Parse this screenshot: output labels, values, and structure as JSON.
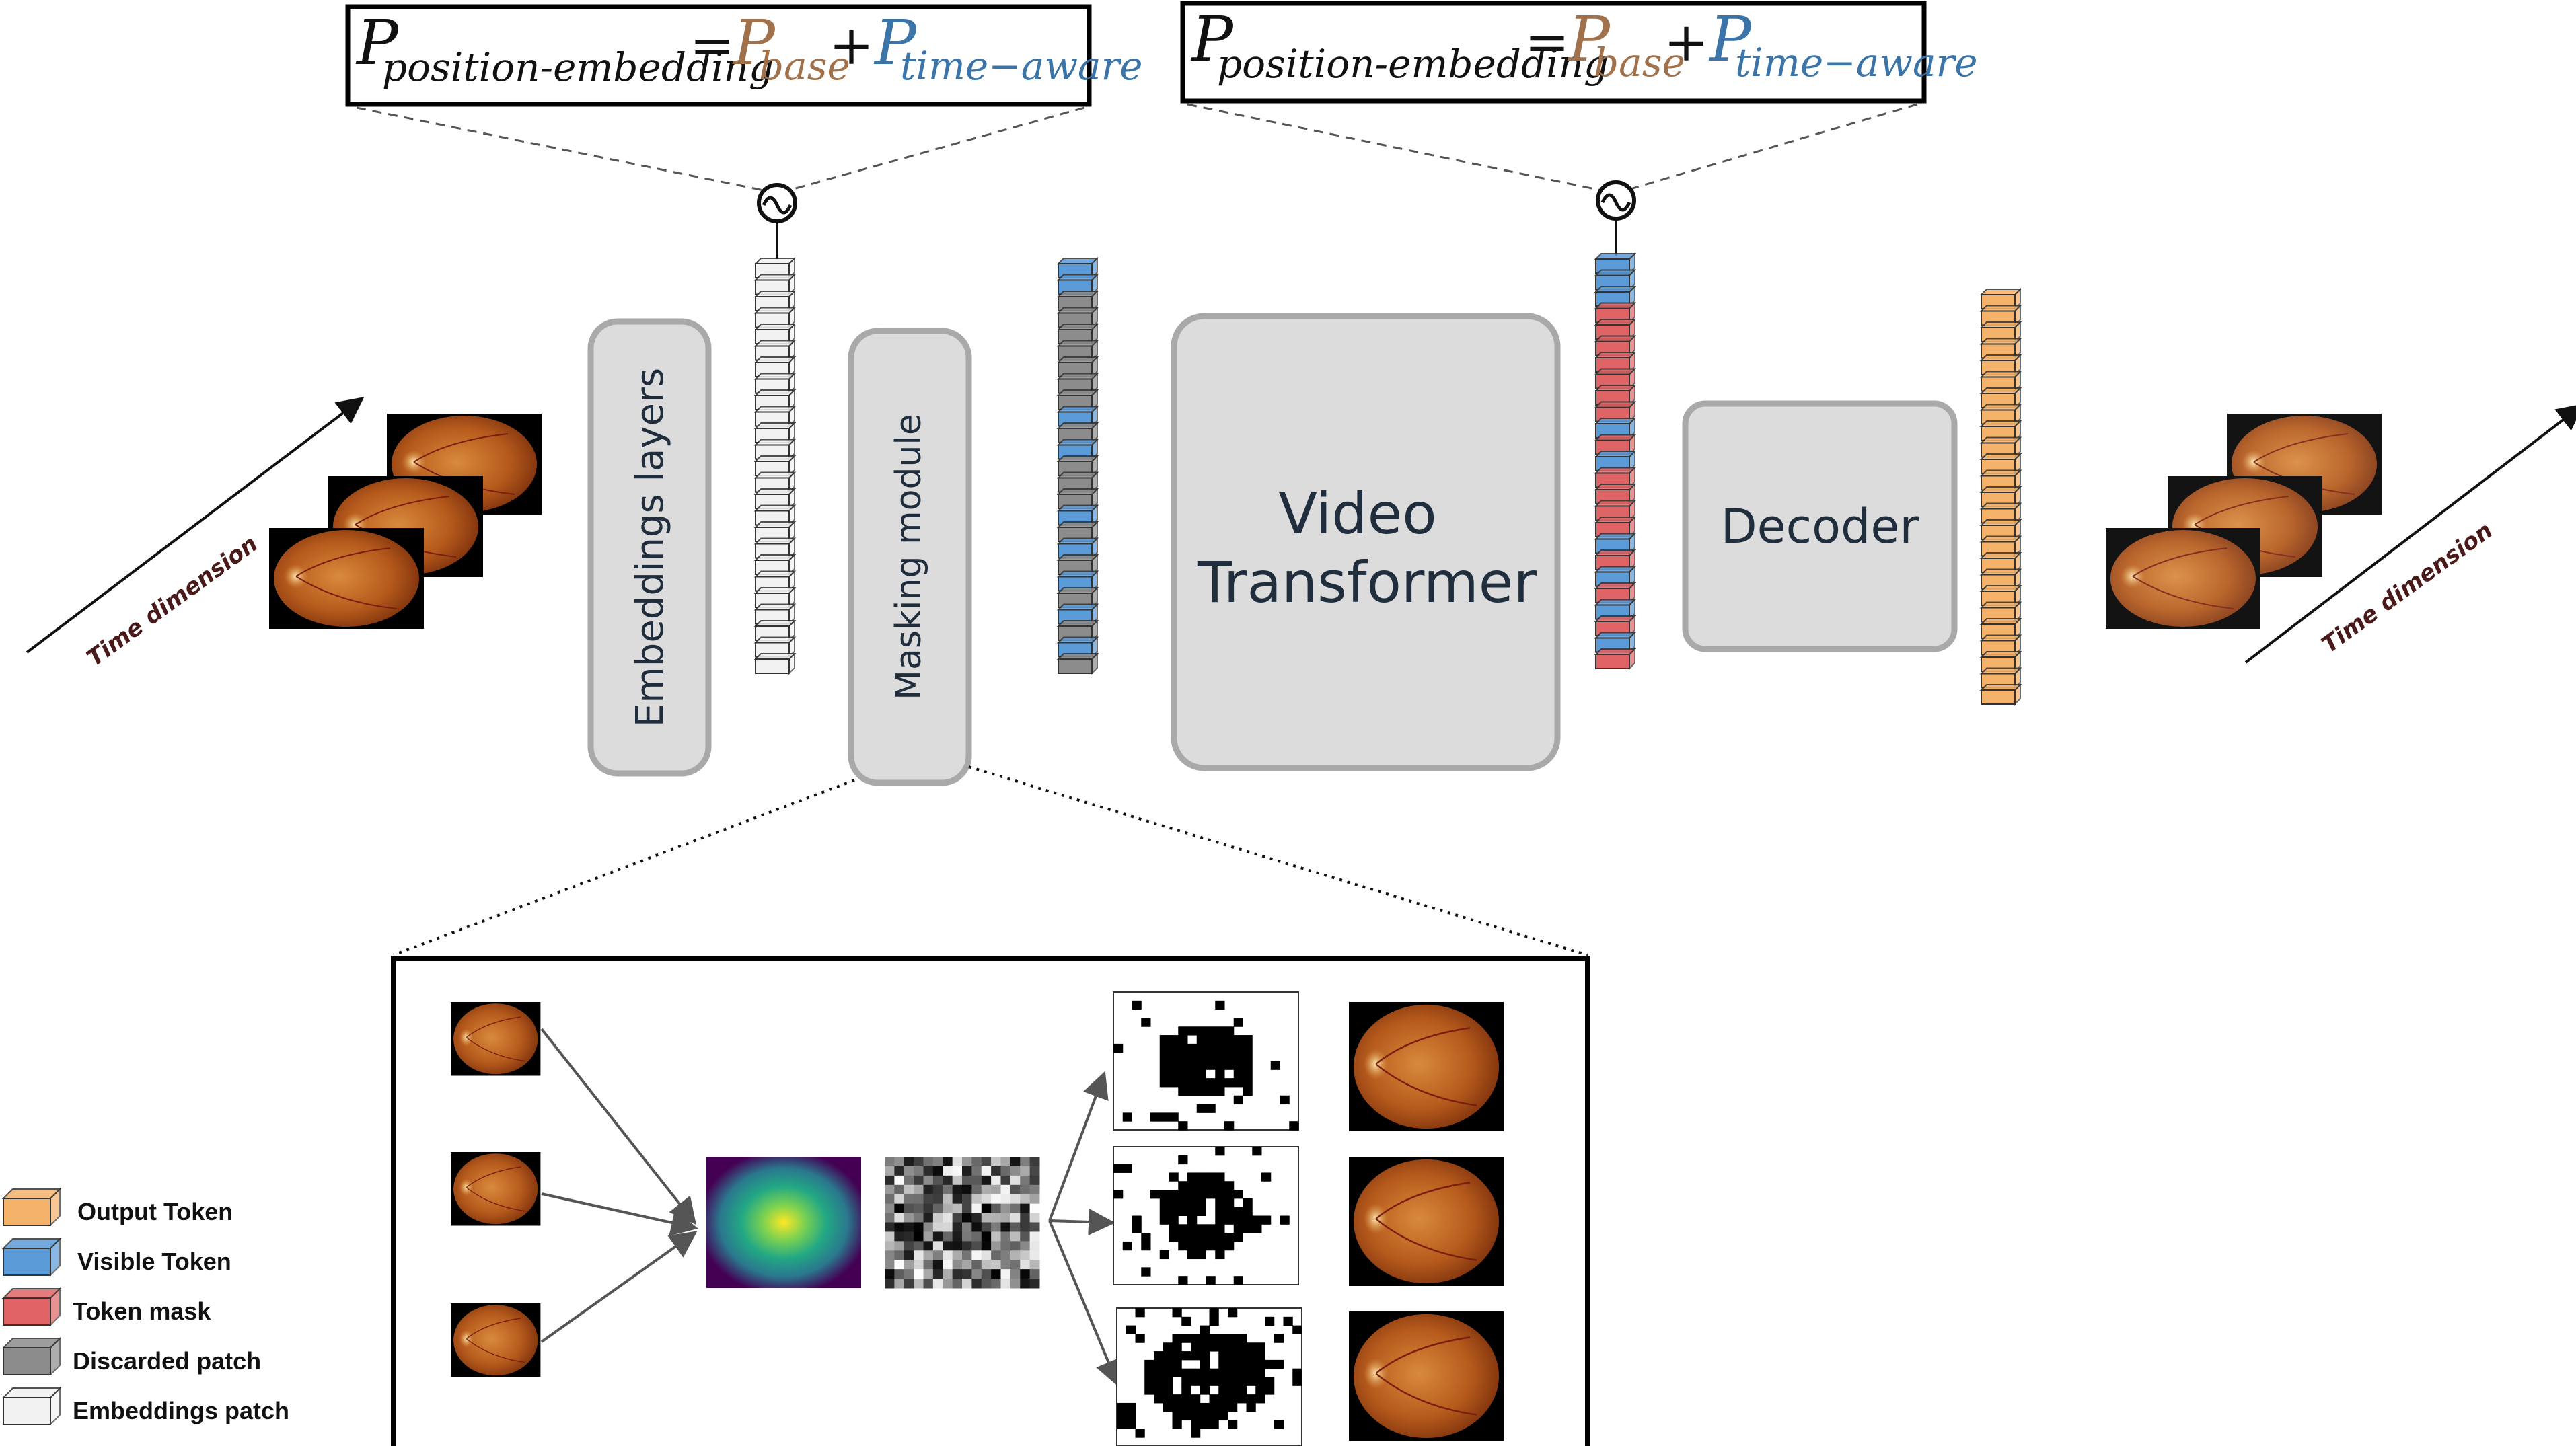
{
  "formula": {
    "lhs_symbol": "P",
    "lhs_subscript": "position-embedding",
    "equals": "=",
    "base_symbol": "P",
    "base_subscript": "base",
    "plus": "+",
    "aware_symbol": "P",
    "aware_subscript": "time−aware"
  },
  "blocks": {
    "embeddings": "Embeddings layers",
    "masking": "Masking module",
    "video_line1": "Video",
    "video_line2": "Transformer",
    "decoder": "Decoder"
  },
  "axis_label": "Time dimension",
  "legend": [
    {
      "label": "Output Token",
      "color": "#f5b26b"
    },
    {
      "label": "Visible Token",
      "color": "#5b9bd8"
    },
    {
      "label": "Token mask",
      "color": "#e06466"
    },
    {
      "label": "Discarded patch",
      "color": "#8c8c8c"
    },
    {
      "label": "Embeddings patch",
      "color": "#f2f2f2"
    }
  ],
  "colors": {
    "base": "#a0714a",
    "aware": "#3a74a8",
    "block_fill": "#dcdcdc",
    "block_stroke": "#a9a9a9",
    "dark_text": "#1f2d3d",
    "axis_label": "#4a1a1a"
  }
}
